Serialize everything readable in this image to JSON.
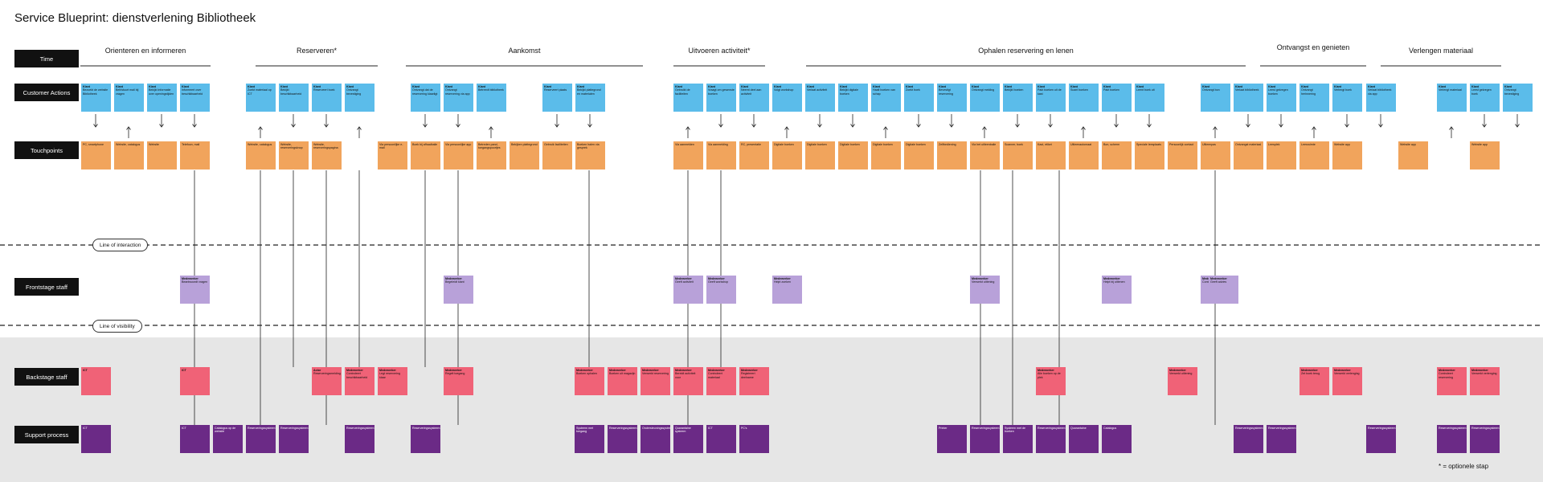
{
  "title": "Service Blueprint: dienstverlening Bibliotheek",
  "rows": {
    "time": "Time",
    "customer": "Customer Actions",
    "touch": "Touchpoints",
    "front": "Frontstage staff",
    "back": "Backstage staff",
    "support": "Support process"
  },
  "lines": {
    "interaction": "Line of interaction",
    "visibility": "Line of visibility"
  },
  "note": "* = optionele stap",
  "phases": [
    {
      "label": "Orienteren en informeren"
    },
    {
      "label": "Reserveren*"
    },
    {
      "label": "Aankomst"
    },
    {
      "label": "Uitvoeren activiteit*"
    },
    {
      "label": "Ophalen reservering en lenen"
    },
    {
      "label": "Ontvangst en genieten"
    },
    {
      "label": "Verlengen materiaal"
    }
  ],
  "cards": {
    "customer": [
      {
        "h": "Klant",
        "t": "Bezoekt de website Bibliotheek"
      },
      {
        "h": "Klant",
        "t": "Belt/stuurt mail bij vragen"
      },
      {
        "h": "Klant",
        "t": "Bekijkt informatie over openingstijden"
      },
      {
        "h": "Klant",
        "t": "Informeert over beschikbaarheid"
      },
      {
        "h": "Klant",
        "t": "Zoekt materiaal op ICT"
      },
      {
        "h": "Klant",
        "t": "Bekijkt beschikbaarheid"
      },
      {
        "h": "Klant",
        "t": "Reserveert boek"
      },
      {
        "h": "Klant",
        "t": "Ontvangt bevestiging"
      },
      {
        "h": "Klant",
        "t": "Ontvangt dat de reservering klaarligt"
      },
      {
        "h": "Klant",
        "t": "Ontvangt reservering via app"
      },
      {
        "h": "Klant",
        "t": "Betreedt bibliotheek"
      },
      {
        "h": "Klant",
        "t": "Reserveert plaats"
      },
      {
        "h": "Klant",
        "t": "Bekijkt plattegrond en materialen"
      },
      {
        "h": "Klant",
        "t": "Gebruikt de faciliteiten"
      },
      {
        "h": "Klant",
        "t": "Vraagt om gewenste boeken"
      },
      {
        "h": "Klant",
        "t": "Neemt deel aan activiteit"
      },
      {
        "h": "Klant",
        "t": "Volgt workshop"
      },
      {
        "h": "Klant",
        "t": "Verlaat activiteit"
      },
      {
        "h": "Klant",
        "t": "Bekijkt digitale boeken"
      },
      {
        "h": "Klant",
        "t": "Haalt boeken van schap"
      },
      {
        "h": "Klant",
        "t": "Zoekt boek"
      },
      {
        "h": "Klant",
        "t": "Bevestigt reservering"
      },
      {
        "h": "Klant",
        "t": "Ontvangt melding"
      },
      {
        "h": "Klant",
        "t": "Bekijkt boeken"
      },
      {
        "h": "Klant",
        "t": "Pakt boeken uit de kast"
      },
      {
        "h": "Klant",
        "t": "Scant boeken"
      },
      {
        "h": "Klant",
        "t": "Pakt boeken"
      },
      {
        "h": "Klant",
        "t": "Leent boek uit"
      },
      {
        "h": "Klant",
        "t": "Ontvangt bon"
      },
      {
        "h": "Klant",
        "t": "Verlaat bibliotheek"
      },
      {
        "h": "Klant",
        "t": "Leest gekregen boeken"
      },
      {
        "h": "Klant",
        "t": "Ontvangt herinnering"
      },
      {
        "h": "Klant",
        "t": "Verlengt boek"
      },
      {
        "h": "Klant",
        "t": "Verlaat bibliotheek via app"
      },
      {
        "h": "Klant",
        "t": "Verlengt materiaal"
      },
      {
        "h": "Klant",
        "t": "Leest gekregen boek"
      },
      {
        "h": "Klant",
        "t": "Ontvangt bevestiging"
      }
    ],
    "touch": [
      {
        "t": "PC, smartphone"
      },
      {
        "t": "Website, catalogus"
      },
      {
        "t": "Website"
      },
      {
        "t": "Telefoon, mail"
      },
      {
        "t": "Website, catalogus"
      },
      {
        "t": "Website, reserveringsknop"
      },
      {
        "t": "Website, reserveringspagina"
      },
      {
        "t": "Via persoonlijke e-mail"
      },
      {
        "t": "Boek bij afhaalbalie"
      },
      {
        "t": "Via persoonlijke app"
      },
      {
        "t": "Betreden pand, toegangspoortjes"
      },
      {
        "t": "Bekijken plattegrond"
      },
      {
        "t": "Gebruik faciliteiten"
      },
      {
        "t": "Boeken halen via gesprek"
      },
      {
        "t": "Via aanmelden"
      },
      {
        "t": "Via aanmelding"
      },
      {
        "t": "RC, presentatie"
      },
      {
        "t": "Digitale boeken"
      },
      {
        "t": "Digitale boeken"
      },
      {
        "t": "Digitale boeken"
      },
      {
        "t": "Digitale boeken"
      },
      {
        "t": "Digitale boeken"
      },
      {
        "t": "Zelfbediening"
      },
      {
        "t": "Via het uitleenbalie"
      },
      {
        "t": "Scanner, boek"
      },
      {
        "t": "Kast, etiket"
      },
      {
        "t": "Uitleenautomaat"
      },
      {
        "t": "Bon, scherm"
      },
      {
        "t": "Speciale leesplaats"
      },
      {
        "t": "Persoonlijk contact"
      },
      {
        "t": "Uitleenpas"
      },
      {
        "t": "Ontvangst materiaal"
      },
      {
        "t": "Leesplek"
      },
      {
        "t": "Leesruimte"
      },
      {
        "t": "Website app"
      },
      {
        "t": "Website app"
      },
      {
        "t": "Website app"
      }
    ],
    "front": [
      {
        "h": "Medewerker",
        "t": "Beantwoordt vragen"
      },
      {
        "h": "Medewerker",
        "t": "Begeleidt klant"
      },
      {
        "h": "Medewerker",
        "t": "Geeft activiteit"
      },
      {
        "h": "Medewerker",
        "t": "Geeft workshop"
      },
      {
        "h": "Medewerker",
        "t": "Helpt zoeken"
      },
      {
        "h": "Medewerker",
        "t": "Verwerkt uitlening"
      },
      {
        "h": "Medewerker",
        "t": "Helpt bij uitlenen"
      },
      {
        "h": "Medewerker",
        "t": "Controleert pas"
      },
      {
        "h": "Medewerker",
        "t": "Geeft advies"
      }
    ],
    "back": [
      {
        "h": "ICT",
        "t": ""
      },
      {
        "h": "ICT",
        "t": ""
      },
      {
        "h": "Actor",
        "t": "Reserveringsmelding"
      },
      {
        "h": "Medewerker",
        "t": "Controleert beschikbaarheid"
      },
      {
        "h": "Medewerker",
        "t": "Legt reservering klaar"
      },
      {
        "h": "Medewerker",
        "t": "Regelt toegang"
      },
      {
        "h": "Medewerker",
        "t": "Boeken ophalen"
      },
      {
        "h": "Medewerker",
        "t": "Boeken uit magazijn"
      },
      {
        "h": "Medewerker",
        "t": "Verwerkt reservering"
      },
      {
        "h": "Medewerker",
        "t": "Bereidt activiteit voor"
      },
      {
        "h": "Medewerker",
        "t": "Controleert materiaal"
      },
      {
        "h": "Medewerker",
        "t": "Registreert deelname"
      },
      {
        "h": "Medewerker",
        "t": "Alle boeken op de plek"
      },
      {
        "h": "Medewerker",
        "t": "Verwerkt uitlening"
      },
      {
        "h": "Medewerker",
        "t": "Zet boek terug"
      },
      {
        "h": "Medewerker",
        "t": "Verwerkt verlenging"
      },
      {
        "h": "Medewerker",
        "t": "Controleert reservering"
      },
      {
        "h": "Medewerker",
        "t": "Verwerkt verlenging"
      }
    ],
    "support": [
      {
        "t": "ICT"
      },
      {
        "t": "ICT"
      },
      {
        "t": "Catalogus op de website"
      },
      {
        "t": "Reserveringssysteem"
      },
      {
        "t": "Reserveringssysteem"
      },
      {
        "t": "Reserveringssysteem"
      },
      {
        "t": "Reserveringssysteem"
      },
      {
        "t": "Systeem met toegang"
      },
      {
        "t": "Reserveringssysteem"
      },
      {
        "t": "Ondersteuningssysteem"
      },
      {
        "t": "Quarantaine systeem"
      },
      {
        "t": "ICT"
      },
      {
        "t": "PC's"
      },
      {
        "t": "Printer"
      },
      {
        "t": "Reserveringssysteem"
      },
      {
        "t": "Systeem met de boeken"
      },
      {
        "t": "Reserveringssysteem"
      },
      {
        "t": "Quarantaine"
      },
      {
        "t": "Catalogus"
      },
      {
        "t": "Reserveringssysteem"
      },
      {
        "t": "Reserveringssysteem"
      },
      {
        "t": "Reserveringssysteem"
      },
      {
        "t": "Reserveringssysteem"
      },
      {
        "t": "Reserveringssysteem"
      }
    ]
  }
}
